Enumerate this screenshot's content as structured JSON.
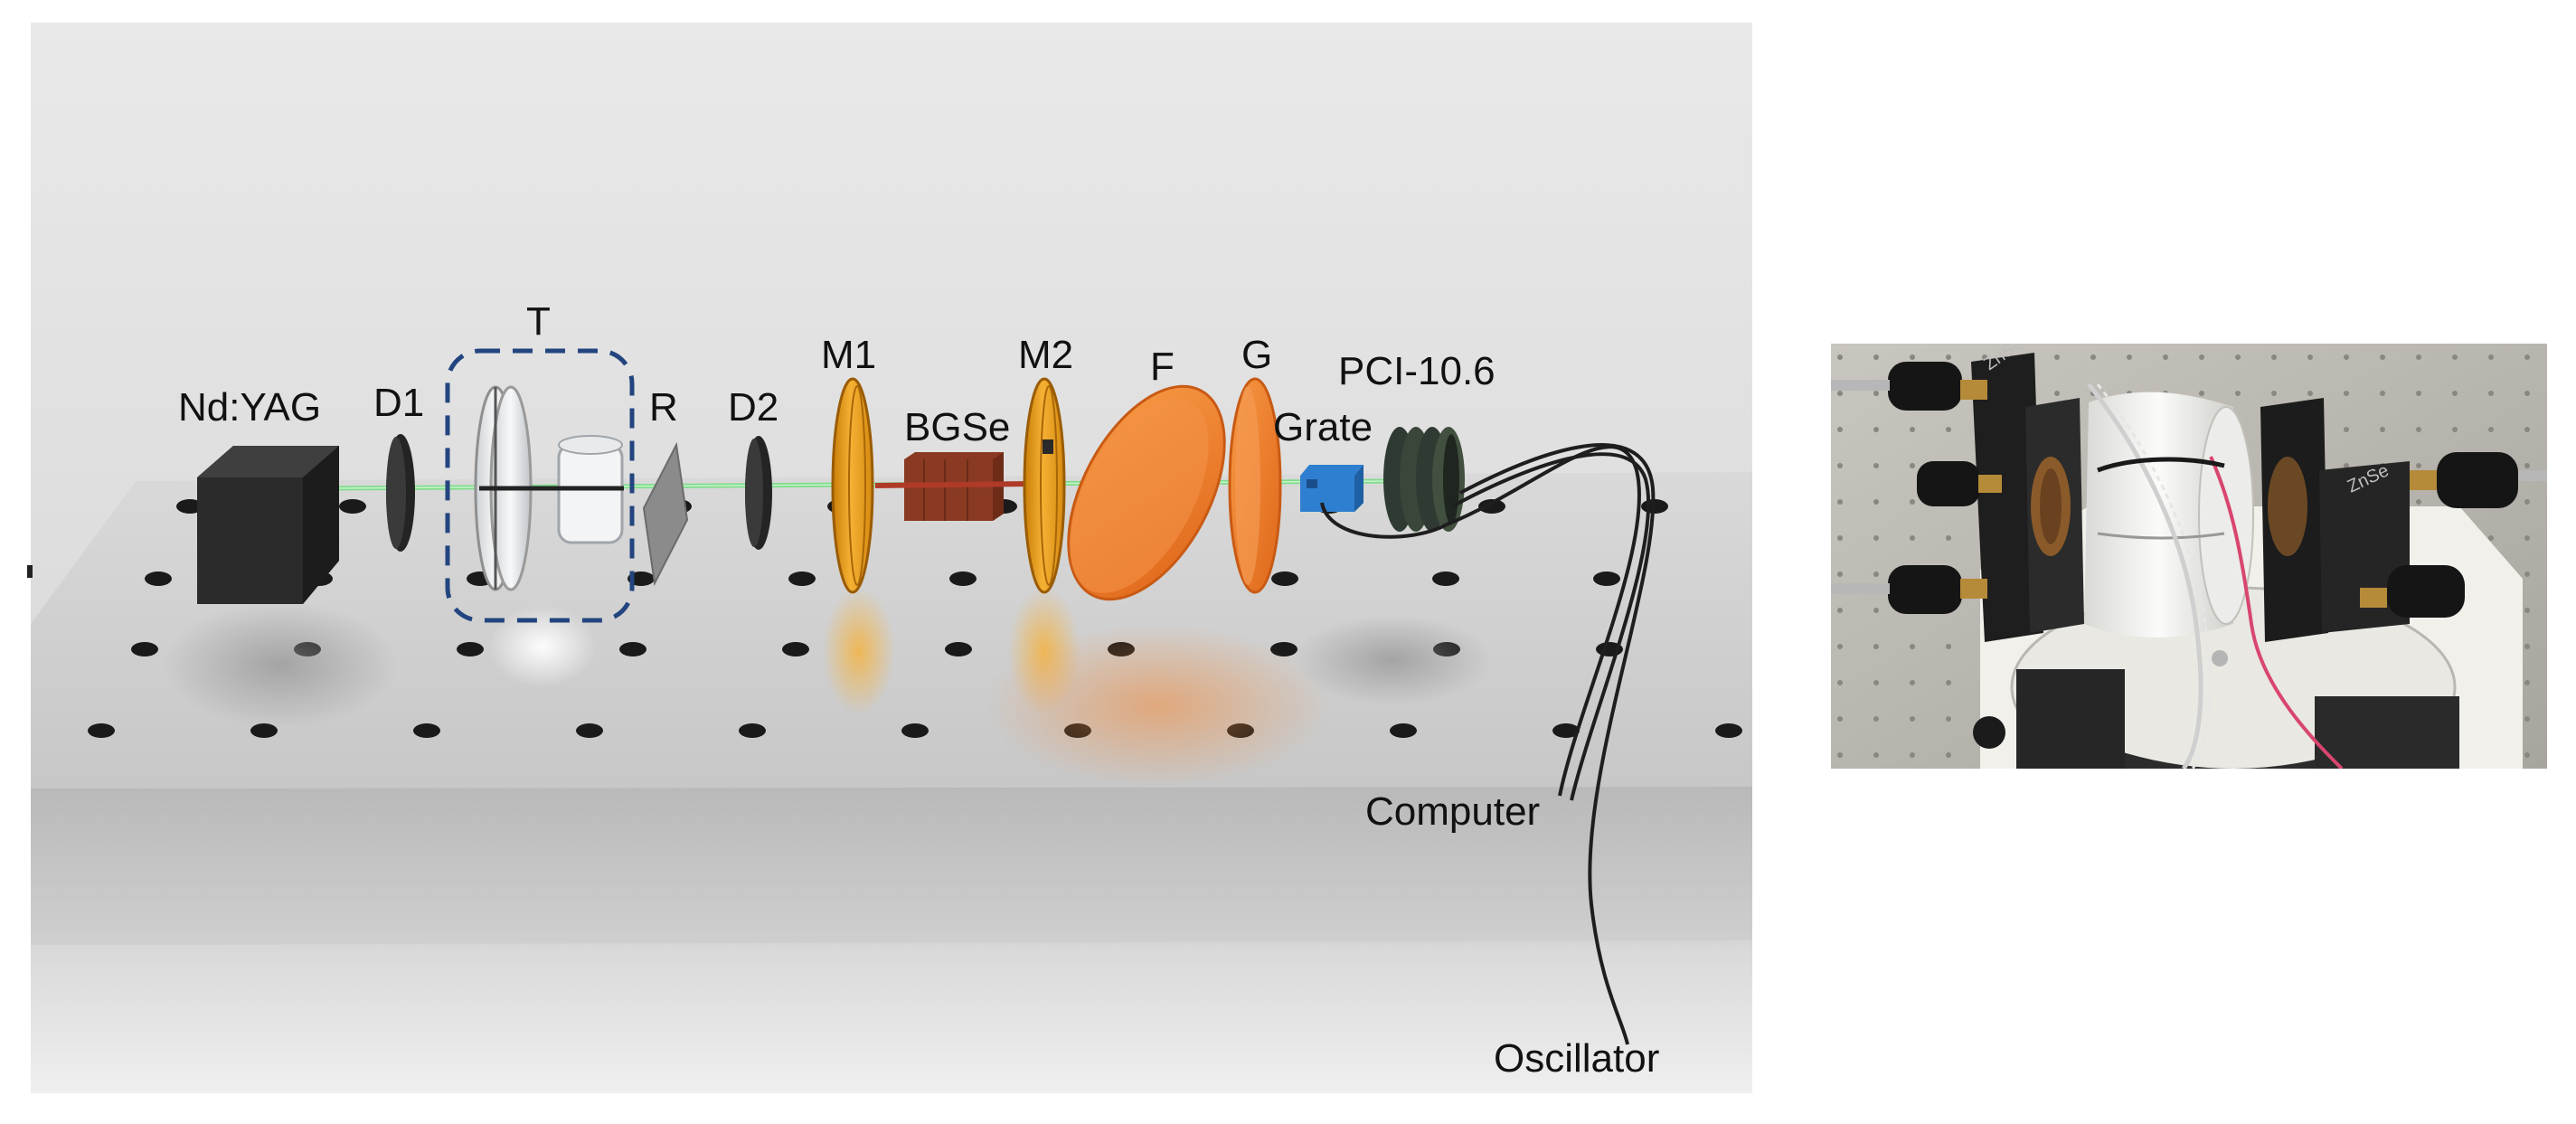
{
  "labels": {
    "nd_yag": "Nd:YAG",
    "d1": "D1",
    "t": "T",
    "r": "R",
    "d2": "D2",
    "m1": "M1",
    "bgse": "BGSe",
    "m2": "M2",
    "f": "F",
    "g": "G",
    "grate": "Grate",
    "pci": "PCI-10.6",
    "computer": "Computer",
    "oscillator": "Oscillator"
  },
  "photo": {
    "engraved_left": "ZnSe",
    "engraved_right": "ZnSe"
  },
  "colors": {
    "laser_beam": "#7fdc8a",
    "mirror_gold": "#f2a21e",
    "filter_orange": "#f07a22",
    "crystal_brown": "#8a3a22",
    "grate_blue": "#2f7fd0",
    "dashed_box": "#23457f",
    "table_top": "#d6d6d6"
  }
}
